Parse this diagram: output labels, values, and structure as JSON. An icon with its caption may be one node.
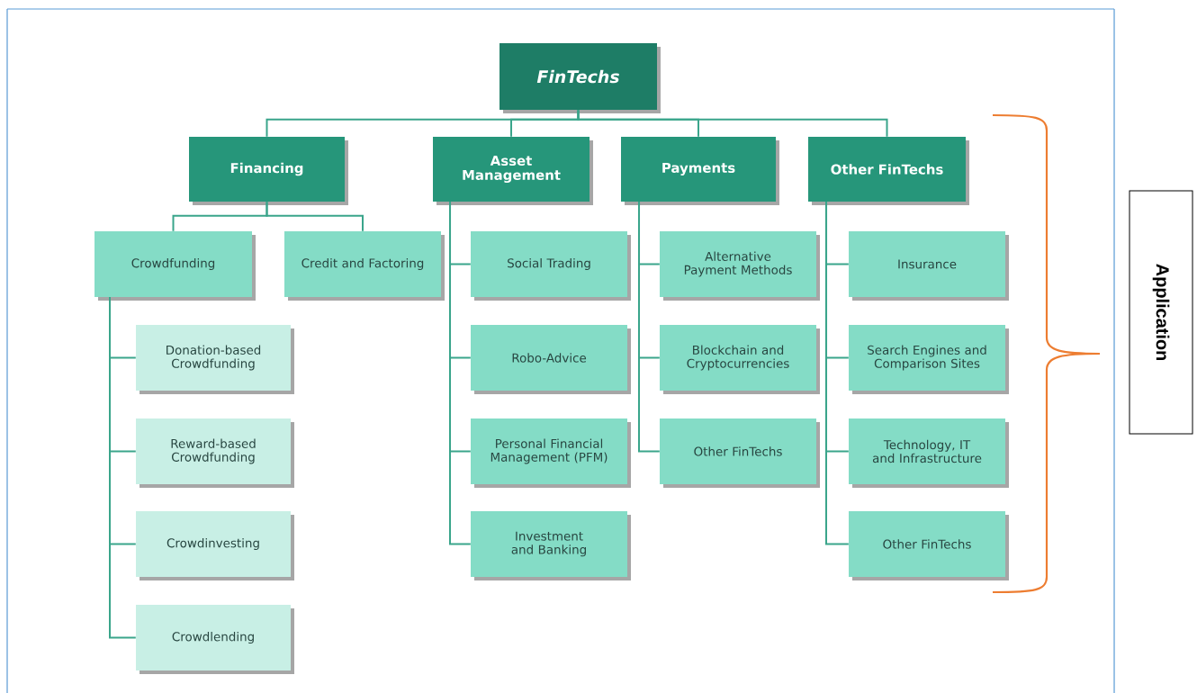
{
  "diagram": {
    "nodes": [
      {
        "text": [
          "FinTechs"
        ]
      },
      {
        "text": [
          "Financing"
        ]
      },
      {
        "text": [
          "Asset Management"
        ]
      },
      {
        "text": [
          "Payments"
        ]
      },
      {
        "text": [
          "Other FinTechs"
        ]
      },
      {
        "text": [
          "Crowdfunding"
        ]
      },
      {
        "text": [
          "Credit and Factoring"
        ]
      },
      {
        "text": [
          "Donation-based Crowdfunding"
        ]
      },
      {
        "text": [
          "Reward-based Crowdfunding"
        ]
      },
      {
        "text": [
          "Crowdinvesting"
        ]
      },
      {
        "text": [
          "Crowdlending"
        ]
      },
      {
        "text": [
          "Social Trading"
        ]
      },
      {
        "text": [
          "Robo-Advice"
        ]
      },
      {
        "text": [
          "Personal Financial Management (PFM)"
        ]
      },
      {
        "text": [
          "Investment and Banking"
        ]
      },
      {
        "text": [
          "Alternative Payment Methods"
        ]
      },
      {
        "text": [
          "Blockchain and Cryptocurrencies"
        ]
      },
      {
        "text": [
          "Other FinTechs"
        ]
      },
      {
        "text": [
          "Insurance"
        ]
      },
      {
        "text": [
          "Search Engines and Comparison Sites"
        ]
      },
      {
        "text": [
          "Technology, IT and Infrastructure"
        ]
      },
      {
        "text": [
          "Other FinTechs"
        ]
      },
      {
        "text": [
          "Application"
        ]
      }
    ],
    "edges": [
      {
        "from": 0,
        "to": 1,
        "arrow": "none"
      },
      {
        "from": 0,
        "to": 2,
        "arrow": "none"
      },
      {
        "from": 0,
        "to": 3,
        "arrow": "none"
      },
      {
        "from": 0,
        "to": 4,
        "arrow": "none"
      },
      {
        "from": 1,
        "to": 5,
        "arrow": "none"
      },
      {
        "from": 1,
        "to": 6,
        "arrow": "none"
      },
      {
        "from": 5,
        "to": 7,
        "arrow": "none"
      },
      {
        "from": 5,
        "to": 8,
        "arrow": "none"
      },
      {
        "from": 5,
        "to": 9,
        "arrow": "none"
      },
      {
        "from": 5,
        "to": 10,
        "arrow": "none"
      },
      {
        "from": 2,
        "to": 11,
        "arrow": "none"
      },
      {
        "from": 2,
        "to": 12,
        "arrow": "none"
      },
      {
        "from": 2,
        "to": 13,
        "arrow": "none"
      },
      {
        "from": 2,
        "to": 14,
        "arrow": "none"
      },
      {
        "from": 3,
        "to": 15,
        "arrow": "none"
      },
      {
        "from": 3,
        "to": 16,
        "arrow": "none"
      },
      {
        "from": 3,
        "to": 17,
        "arrow": "none"
      },
      {
        "from": 4,
        "to": 18,
        "arrow": "none"
      },
      {
        "from": 4,
        "to": 19,
        "arrow": "none"
      },
      {
        "from": 4,
        "to": 20,
        "arrow": "none"
      },
      {
        "from": 4,
        "to": 21,
        "arrow": "none"
      }
    ]
  }
}
